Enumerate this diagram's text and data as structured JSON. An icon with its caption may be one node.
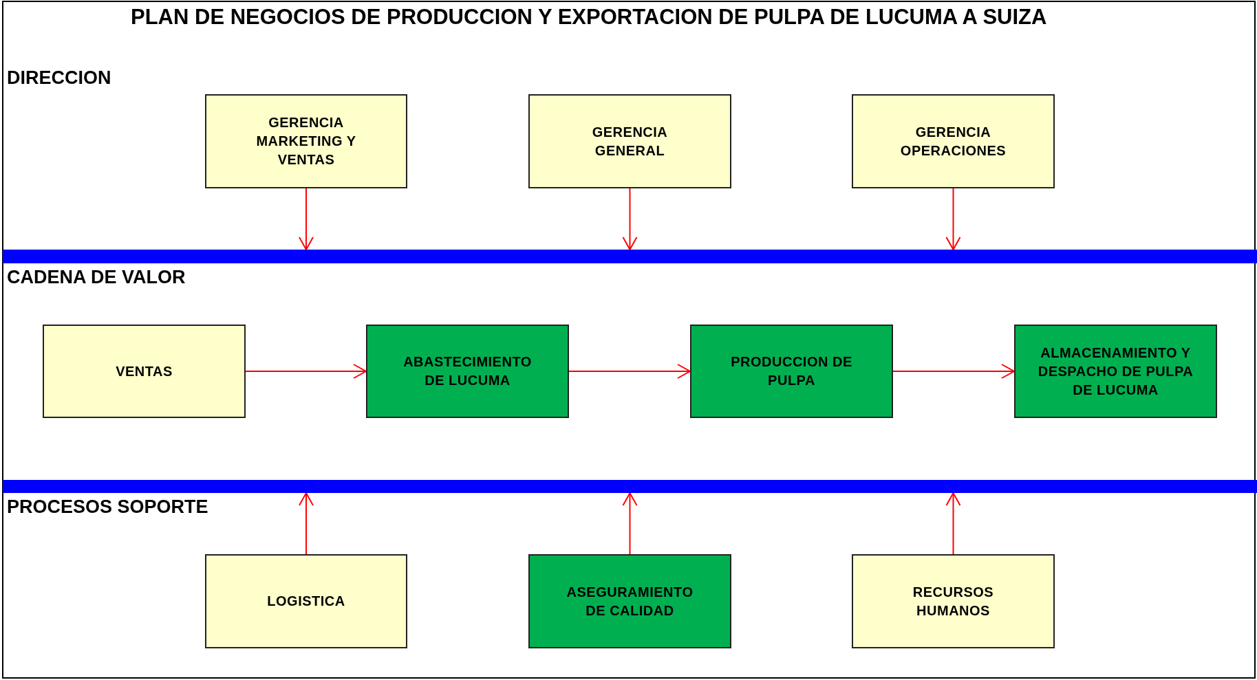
{
  "diagram": {
    "title": "PLAN DE NEGOCIOS DE PRODUCCION Y EXPORTACION DE PULPA DE LUCUMA A SUIZA",
    "nodes": [
      {
        "text": [
          "GERENCIA MARKETING Y VENTAS"
        ]
      },
      {
        "text": [
          "GERENCIA GENERAL"
        ]
      },
      {
        "text": [
          "GERENCIA OPERACIONES"
        ]
      },
      {
        "text": [],
        "shape": "bar"
      },
      {
        "text": [
          "VENTAS"
        ]
      },
      {
        "text": [
          "ABASTECIMIENTO DE LUCUMA"
        ]
      },
      {
        "text": [
          "PRODUCCION DE PULPA"
        ]
      },
      {
        "text": [
          "ALMACENAMIENTO Y DESPACHO DE PULPA DE LUCUMA"
        ]
      },
      {
        "text": [],
        "shape": "bar"
      },
      {
        "text": [
          "LOGISTICA"
        ]
      },
      {
        "text": [
          "ASEGURAMIENTO DE CALIDAD"
        ]
      },
      {
        "text": [
          "RECURSOS HUMANOS"
        ]
      }
    ],
    "edges": [
      {
        "from": 0,
        "to": 3,
        "arrow": "to"
      },
      {
        "from": 1,
        "to": 3,
        "arrow": "to"
      },
      {
        "from": 2,
        "to": 3,
        "arrow": "to"
      },
      {
        "from": 4,
        "to": 5,
        "arrow": "to"
      },
      {
        "from": 5,
        "to": 6,
        "arrow": "to"
      },
      {
        "from": 6,
        "to": 7,
        "arrow": "to"
      },
      {
        "from": 9,
        "to": 8,
        "arrow": "to"
      },
      {
        "from": 10,
        "to": 8,
        "arrow": "to"
      },
      {
        "from": 11,
        "to": 8,
        "arrow": "to"
      }
    ],
    "labels": [
      "DIRECCION",
      "CADENA DE VALOR",
      "PROCESOS SOPORTE"
    ]
  }
}
